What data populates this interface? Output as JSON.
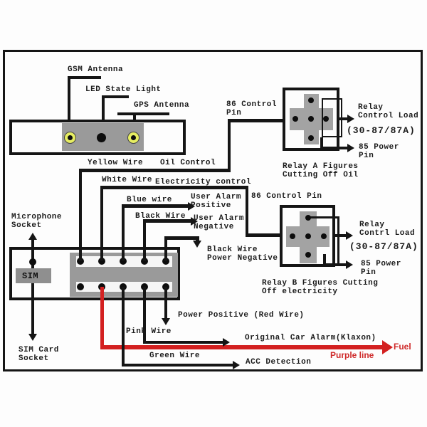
{
  "colors": {
    "line": "#151515",
    "red": "#d32020",
    "panel_gray": "#9a9a9a",
    "connector_yellow": "#e7ee62"
  },
  "tracker": {
    "gsm_antenna": "GSM Antenna",
    "led_state_light": "LED State Light",
    "gps_antenna": "GPS Antenna"
  },
  "left_column": {
    "microphone_l1": "Microphone",
    "microphone_l2": "Socket",
    "sim": "SIM",
    "sim_card_l1": "SIM Card",
    "sim_card_l2": "Socket"
  },
  "top_wires": {
    "yellow_label": "Yellow Wire",
    "yellow_function": "Oil Control",
    "white_label": "White Wire",
    "white_function": "Electricity control",
    "blue_label": "Blue wire",
    "blue_target_l1": "User Alarm",
    "blue_target_l2": "Positive",
    "black_label": "Black Wire",
    "black_target_l1": "User Alarm",
    "black_target_l2": "Negative",
    "power_negative_l1": "Black Wire",
    "power_negative_l2": "Power Negative"
  },
  "bottom_wires": {
    "power_positive": "Power Positive (Red Wire)",
    "pink_label": "Pink Wire",
    "pink_target": "Original Car Alarm(Klaxon)",
    "green_label": "Green Wire",
    "green_target": "ACC Detection",
    "purple_label": "Purple line",
    "purple_target": "Fuel"
  },
  "relay_a": {
    "control_pin_l1": "86 Control",
    "control_pin_l2": "Pin",
    "load_l1": "Relay",
    "load_l2": "Control Load",
    "rating": "(30-87/87A)",
    "power_l1": "85 Power",
    "power_l2": "Pin",
    "caption_l1": "Relay A Figures",
    "caption_l2": "Cutting Off Oil"
  },
  "relay_b": {
    "control_pin": "86 Control Pin",
    "load_l1": "Relay",
    "load_l2": "Contrl Load",
    "rating": "(30-87/87A)",
    "power_l1": "85 Power",
    "power_l2": "Pin",
    "caption_l1": "Relay B Figures Cutting",
    "caption_l2": "Off electricity"
  }
}
